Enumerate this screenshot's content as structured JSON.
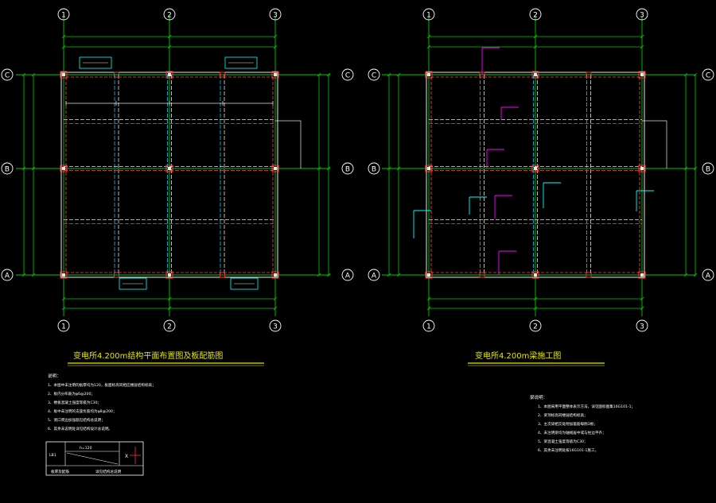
{
  "colors": {
    "background": "#000000",
    "grid_line": "#00c800",
    "beam": "#e6e6e6",
    "hidden_beam": "#ff4060",
    "dashed_cyan": "#00c8ff",
    "title_yellow": "#e6e600",
    "text_white": "#ffffff",
    "annotation_cyan": "#00ffff",
    "annotation_magenta": "#ff00ff",
    "column": "#ff3030"
  },
  "axes": {
    "columns": [
      "1",
      "2",
      "3"
    ],
    "rows": [
      "C",
      "B",
      "A"
    ]
  },
  "left_drawing": {
    "title": "变电所4.200m结构平面布置图及板配筋图",
    "notes_heading": "说明：",
    "notes": [
      "1、本图中未注明的板厚均为120，板面标高同相应楼层结构标高；",
      "2、板内分布筋为φ6@200；",
      "3、楼板混凝土强度等级为C30；",
      "4、板中未注明的支座负筋均为φ8@200；",
      "5、洞口周边加强筋见结构总说明；",
      "6、其余未说明处详见结构设计总说明。"
    ],
    "legend": {
      "cell_a": "LB1",
      "cell_b": "h=120",
      "cell_c": "Χ",
      "footer_a": "板厚及配筋",
      "footer_b": "详见结构总说明"
    }
  },
  "right_drawing": {
    "title": "变电所4.200m梁施工图",
    "notes_heading": "梁说明：",
    "notes": [
      "1、本图采用平面整体表示方法，详见国标图集16G101-1；",
      "2、梁顶标高同楼层结构标高；",
      "3、主次梁相交处附加箍筋每侧3根；",
      "4、未注明梁均为轴线居中或与柱边平齐；",
      "5、梁混凝土强度等级为C30；",
      "6、其余未注明处按16G101-1施工。"
    ]
  }
}
